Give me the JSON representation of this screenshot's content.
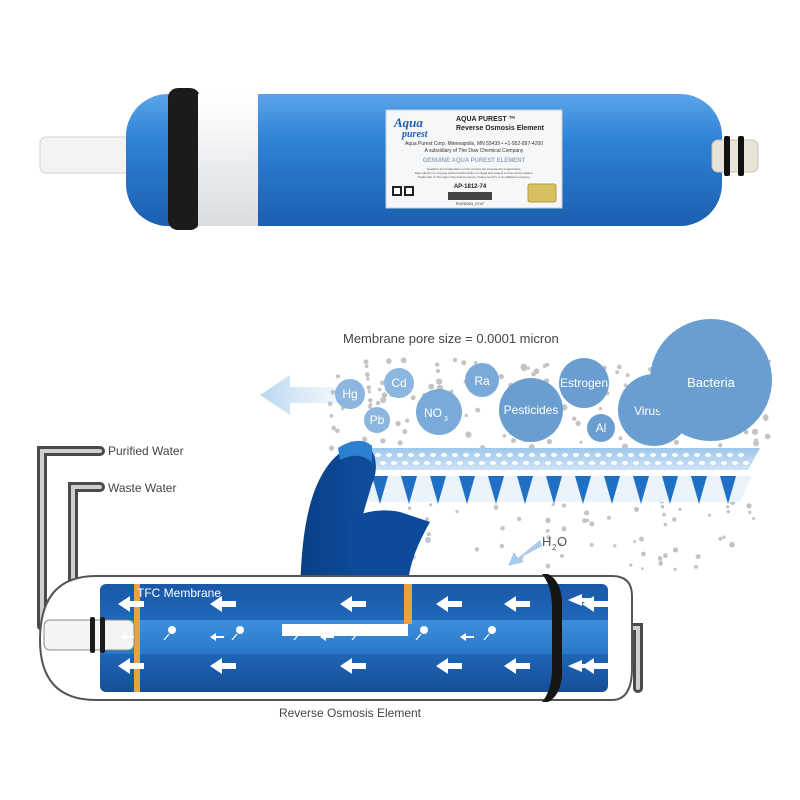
{
  "product": {
    "logo_text": [
      "Aqua",
      "purest"
    ],
    "brand_line": "AQUA PUREST ™",
    "product_line": "Reverse Osmosis Element",
    "company_line": "Aqua Purest Corp. Minneapolis, MN 55439 • +1-952-897-4200",
    "subsidiary_line": "A subsidiary of The Dow Chemical Company",
    "genuine_line": "GENUINE AQUA PUREST ELEMENT",
    "fine_print": [
      "Graphics and trademarks on this product are protected by federal laws.",
      "Reproduction or copying without authorization is illegal and subject to fines and penalties.",
      "Trademark of The Aqua Chemical Company (\"Aqua purest\") or an affiliated company."
    ],
    "model": "AP-1812-74",
    "serial": "RVE5063_0747"
  },
  "diagram": {
    "pore_caption": "Membrane pore size = 0.0001 micron",
    "contaminants": {
      "hg": "Hg",
      "cd": "Cd",
      "ra": "Ra",
      "estrogen": "Estrogen",
      "bacteria": "Bacteria",
      "pb": "Pb",
      "no3": "NO",
      "no3_sub": "3",
      "pesticides": "Pesticides",
      "al": "Al",
      "viruses": "Viruses"
    },
    "h2o": "H",
    "h2o_sub": "2",
    "h2o_tail": "O",
    "purified_water": "Purified Water",
    "waste_water": "Waste Water",
    "tfc_membrane": "TFC Membrane",
    "element_caption": "Reverse Osmosis Element"
  },
  "colors": {
    "cartridge_blue": "#2f7fd3",
    "membrane_blue": "#1d63b7",
    "dark_navy": "#0b3c7d",
    "bubble_blue": "#6a9ed1",
    "pipe_gray": "#4a4a4a"
  }
}
